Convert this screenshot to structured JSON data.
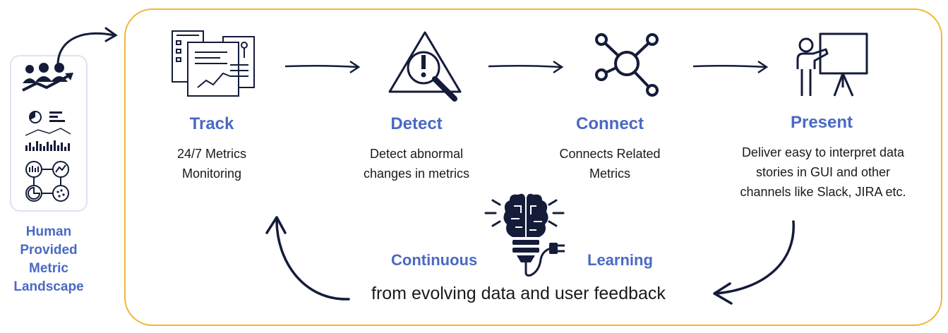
{
  "sidebar": {
    "label_lines": [
      "Human",
      "Provided",
      "Metric",
      "Landscape"
    ],
    "icons": [
      "people-growth-icon",
      "pie-chart-icon",
      "text-lines-icon",
      "line-trend-icon",
      "bar-chart-icon",
      "network-charts-icon"
    ]
  },
  "stages": [
    {
      "title": "Track",
      "desc_lines": [
        "24/7 Metrics",
        "Monitoring"
      ],
      "icon": "documents-chart-icon"
    },
    {
      "title": "Detect",
      "desc_lines": [
        "Detect abnormal",
        "changes in metrics"
      ],
      "icon": "warning-magnifier-icon"
    },
    {
      "title": "Connect",
      "desc_lines": [
        "Connects Related",
        "Metrics"
      ],
      "icon": "hub-nodes-icon"
    },
    {
      "title": "Present",
      "desc_lines": [
        "Deliver easy to interpret data",
        "stories in GUI and other",
        "channels like Slack, JIRA etc."
      ],
      "icon": "presenter-board-icon"
    }
  ],
  "loop": {
    "left_word": "Continuous",
    "right_word": "Learning",
    "subtitle": "from evolving data and user feedback",
    "icon": "brain-bulb-plug-icon"
  },
  "colors": {
    "accent_blue": "#4a69c4",
    "frame_yellow": "#f2b632",
    "ink": "#141c3a",
    "card_border": "#dbe3f3"
  }
}
